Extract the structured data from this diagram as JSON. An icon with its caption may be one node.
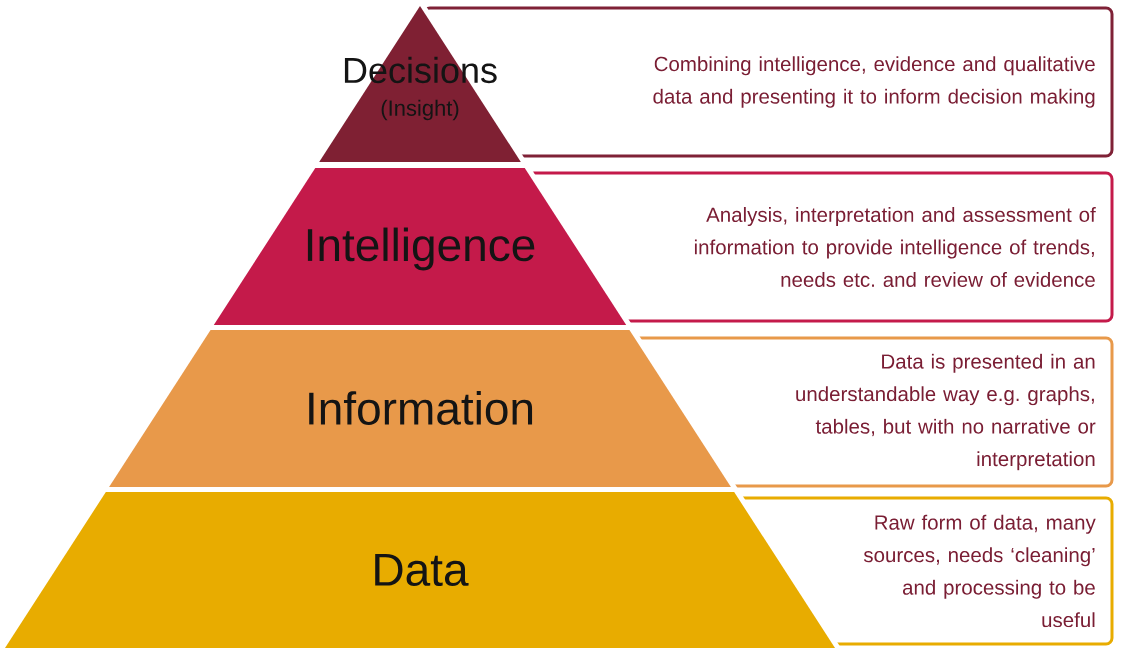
{
  "diagram": {
    "nodes": [
      {
        "text": [
          "Decisions",
          "(Insight)"
        ]
      },
      {
        "text": [
          "Combining intelligence, evidence and qualitative data and presenting it to inform decision making"
        ]
      },
      {
        "text": [
          "Intelligence"
        ]
      },
      {
        "text": [
          "Analysis, interpretation and assessment of information to provide intelligence of trends, needs etc. and review of evidence"
        ]
      },
      {
        "text": [
          "Information"
        ]
      },
      {
        "text": [
          "Data is presented in an understandable way e.g. graphs, tables, but with no narrative or interpretation"
        ]
      },
      {
        "text": [
          "Data"
        ]
      },
      {
        "text": [
          "Raw form of data, many sources, needs ‘cleaning’ and processing to be useful"
        ]
      }
    ]
  }
}
